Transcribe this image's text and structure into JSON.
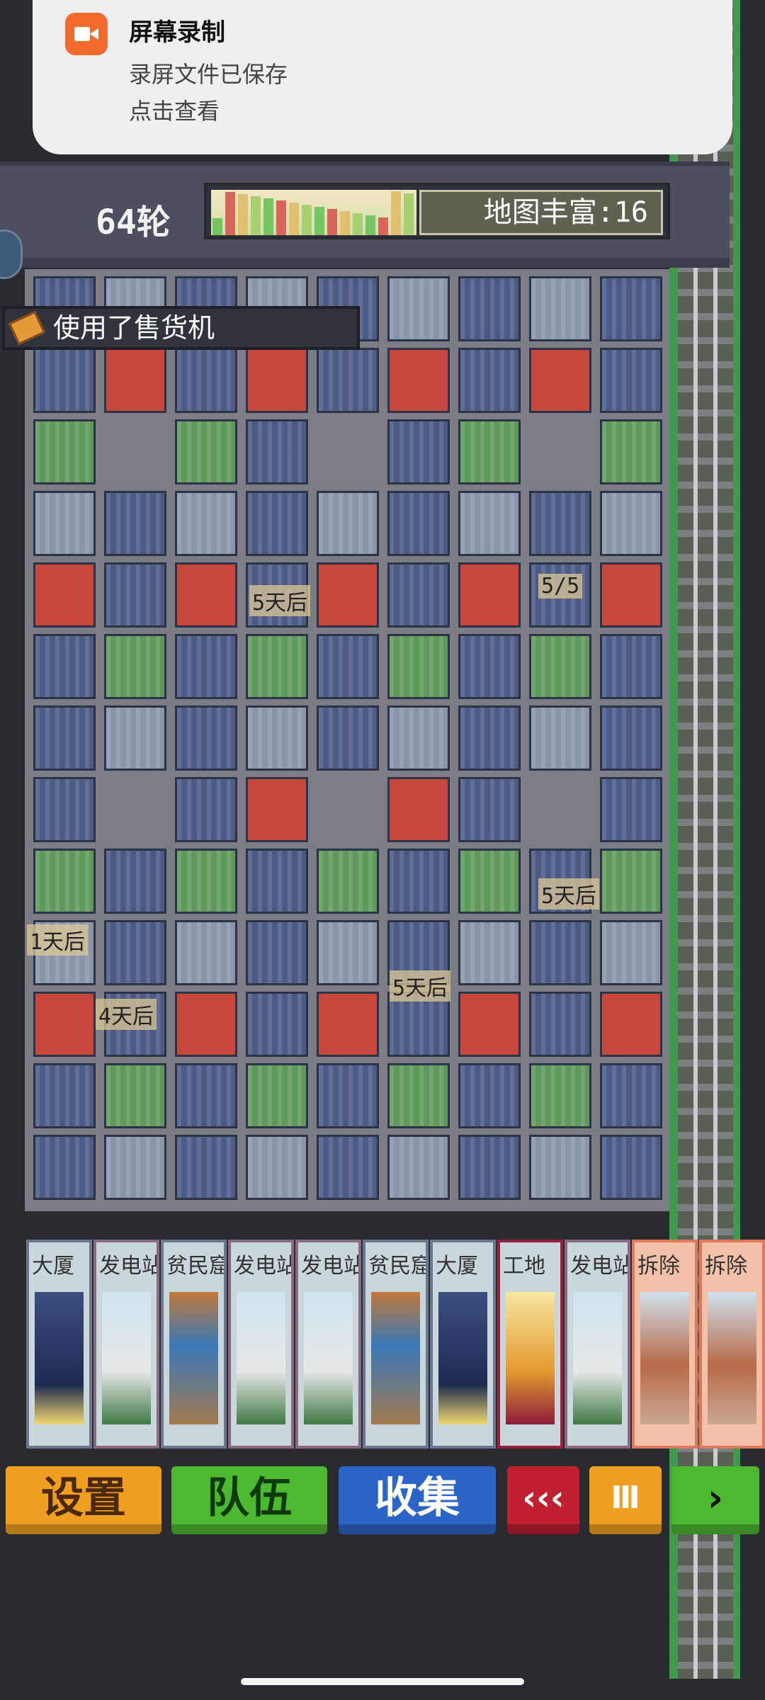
{
  "notification": {
    "title": "屏幕录制",
    "line1": "录屏文件已保存",
    "line2": "点击查看",
    "icon": "video-camera-icon"
  },
  "hud": {
    "round": "64轮",
    "richness": "地图丰富:16"
  },
  "toast": {
    "text": "使用了售货机",
    "icon": "vending-card-icon"
  },
  "map_tags": [
    "5天后",
    "5/5",
    "5天后",
    "5天后",
    "1天后",
    "4天后"
  ],
  "cards": [
    {
      "name": "大厦",
      "kind": "tower",
      "color": "#6b7890"
    },
    {
      "name": "发电站",
      "kind": "power",
      "color": "#8a6a80"
    },
    {
      "name": "贫民窟",
      "kind": "slum",
      "color": "#6b7890"
    },
    {
      "name": "发电站",
      "kind": "power",
      "color": "#8a6a80"
    },
    {
      "name": "发电站",
      "kind": "power",
      "color": "#8a6a80"
    },
    {
      "name": "贫民窟",
      "kind": "slum",
      "color": "#6b7890"
    },
    {
      "name": "大厦",
      "kind": "tower",
      "color": "#6b7890"
    },
    {
      "name": "工地",
      "kind": "site",
      "color": "#9a1d3a"
    },
    {
      "name": "发电站",
      "kind": "power",
      "color": "#8a6a80"
    },
    {
      "name": "拆除",
      "kind": "demolish",
      "color": "#e0785a"
    },
    {
      "name": "拆除",
      "kind": "demolish",
      "color": "#e0785a"
    }
  ],
  "buttons": {
    "settings": "设置",
    "team": "队伍",
    "collect": "收集",
    "rewind": "‹‹‹",
    "pause": "Ⅲ",
    "play": "›"
  },
  "colors": {
    "orange": "#f0a020",
    "green": "#4cb830",
    "blue": "#2c64c8",
    "red": "#c02030"
  }
}
